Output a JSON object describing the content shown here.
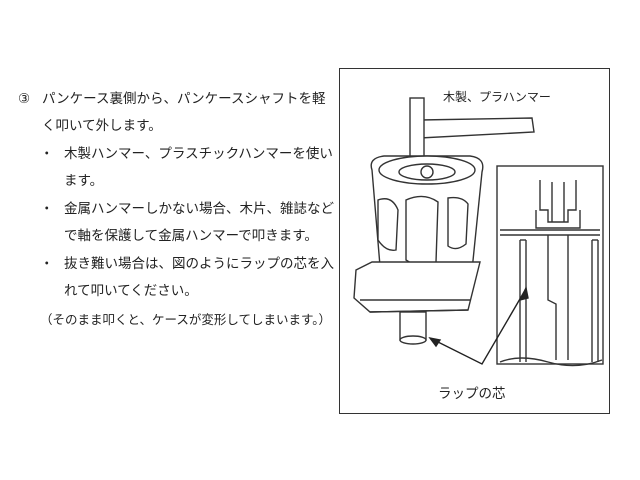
{
  "instructions": {
    "step_number": "③",
    "step_text": "パンケース裏側から、パンケースシャフトを軽く叩いて外します。",
    "bullet_symbol": "・",
    "bullets": [
      "木製ハンマー、プラスチックハンマーを使います。",
      "金属ハンマーしかない場合、木片、雑誌などで軸を保護して金属ハンマーで叩きます。",
      "抜き難い場合は、図のようにラップの芯を入れて叩いてください。"
    ],
    "note": "（そのまま叩くと、ケースが変形してしまいます。）"
  },
  "figure": {
    "label_hammer": "木製、プラハンマー",
    "label_core": "ラップの芯"
  }
}
